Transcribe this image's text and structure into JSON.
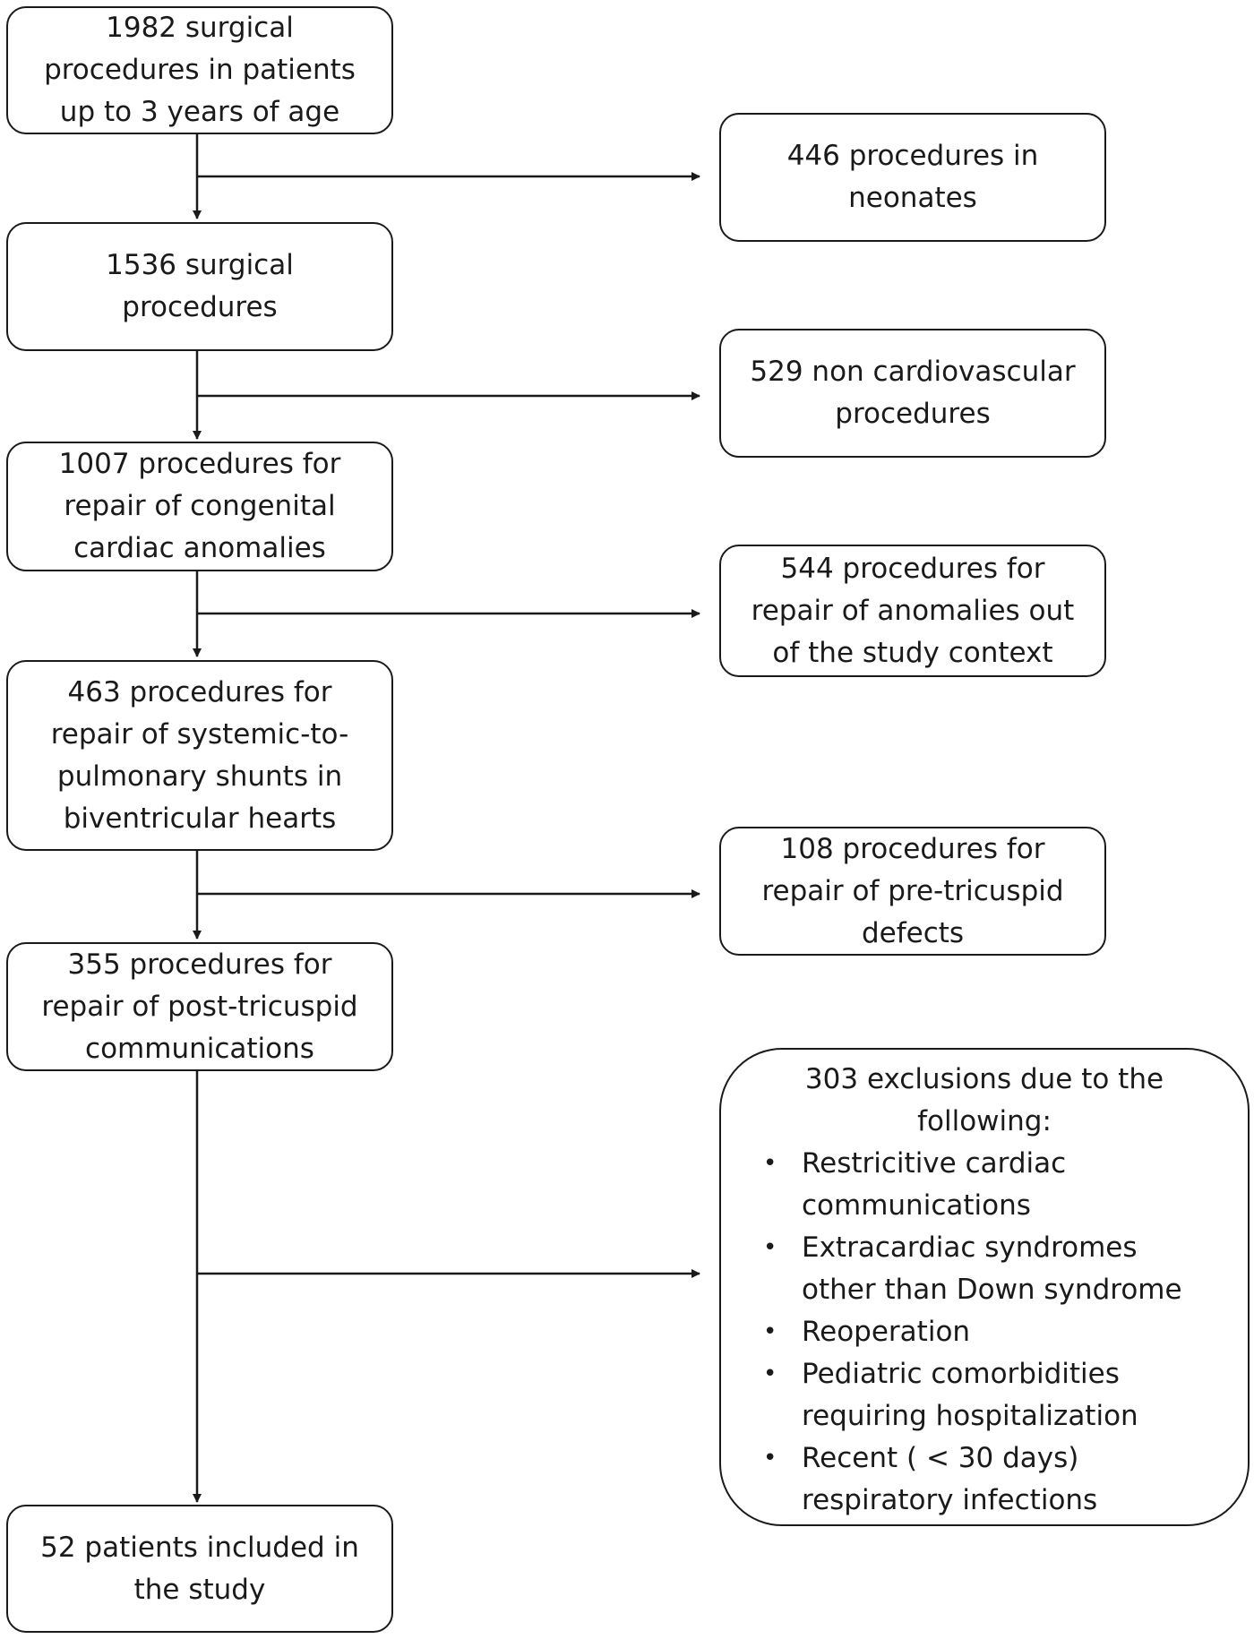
{
  "flowchart": {
    "main_boxes": [
      {
        "lines": [
          "1982 surgical",
          "procedures in patients",
          "up to 3 years of age"
        ]
      },
      {
        "lines": [
          "1536 surgical",
          "procedures"
        ]
      },
      {
        "lines": [
          "1007 procedures for",
          "repair of congenital",
          "cardiac anomalies"
        ]
      },
      {
        "lines": [
          "463 procedures for",
          "repair of systemic-to-",
          "pulmonary shunts in",
          "biventricular hearts"
        ]
      },
      {
        "lines": [
          "355 procedures for",
          "repair of post-tricuspid",
          "communications"
        ]
      },
      {
        "lines": [
          "52 patients included in",
          "the study"
        ]
      }
    ],
    "exclusion_boxes": [
      {
        "lines": [
          "446 procedures in",
          "neonates"
        ]
      },
      {
        "lines": [
          "529 non cardiovascular",
          "procedures"
        ]
      },
      {
        "lines": [
          "544 procedures for",
          "repair of anomalies out",
          "of the study context"
        ]
      },
      {
        "lines": [
          "108 procedures for",
          "repair of pre-tricuspid",
          "defects"
        ]
      }
    ],
    "final_exclusion": {
      "title_lines": [
        "303 exclusions due to the",
        "following:"
      ],
      "bullet_symbol": "•",
      "items": [
        {
          "lines": [
            "Restricitive cardiac",
            "communications"
          ]
        },
        {
          "lines": [
            "Extracardiac syndromes",
            "other than Down syndrome"
          ]
        },
        {
          "lines": [
            "Reoperation"
          ]
        },
        {
          "lines": [
            "Pediatric comorbidities",
            "requiring hospitalization"
          ]
        },
        {
          "lines": [
            "Recent ( < 30 days)",
            "respiratory infections"
          ]
        }
      ]
    },
    "colors": {
      "stroke": "#1a1a1a",
      "background": "#ffffff"
    }
  }
}
